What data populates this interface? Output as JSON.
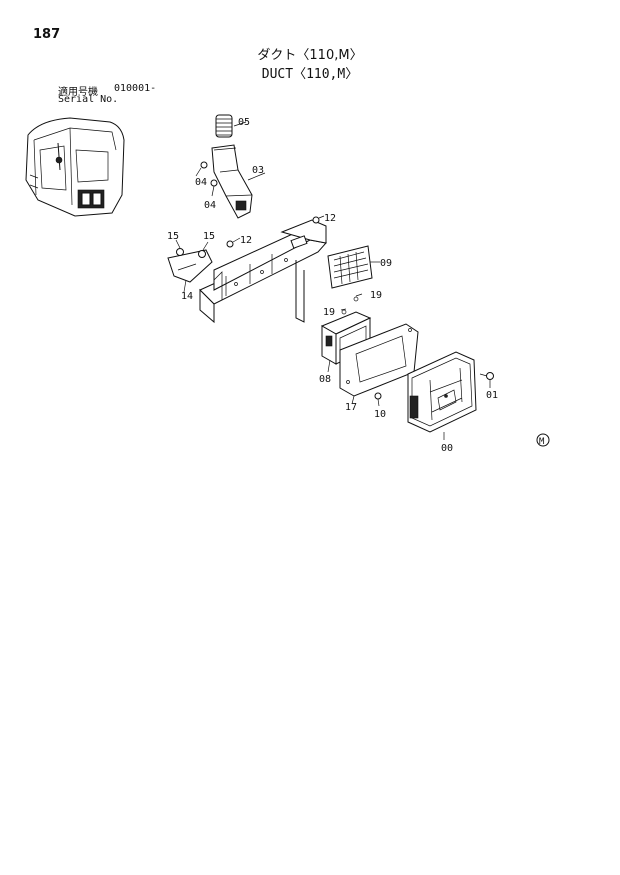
{
  "page": {
    "number": "187",
    "title_jp": "ダクト〈110,M〉",
    "title_en": "DUCT〈110,M〉",
    "serial_label_jp": "適用号機",
    "serial_range": "010001-",
    "serial_label_en": "Serial No."
  },
  "callouts": [
    {
      "id": "05",
      "label": "05"
    },
    {
      "id": "03",
      "label": "03"
    },
    {
      "id": "04a",
      "label": "04"
    },
    {
      "id": "04b",
      "label": "04"
    },
    {
      "id": "12a",
      "label": "12"
    },
    {
      "id": "12b",
      "label": "12"
    },
    {
      "id": "15a",
      "label": "15"
    },
    {
      "id": "15b",
      "label": "15"
    },
    {
      "id": "14",
      "label": "14"
    },
    {
      "id": "09",
      "label": "09"
    },
    {
      "id": "19a",
      "label": "19"
    },
    {
      "id": "19b",
      "label": "19"
    },
    {
      "id": "08",
      "label": "08"
    },
    {
      "id": "17",
      "label": "17"
    },
    {
      "id": "10",
      "label": "10"
    },
    {
      "id": "00",
      "label": "00"
    },
    {
      "id": "01",
      "label": "01"
    }
  ],
  "marker": {
    "label": "M"
  }
}
